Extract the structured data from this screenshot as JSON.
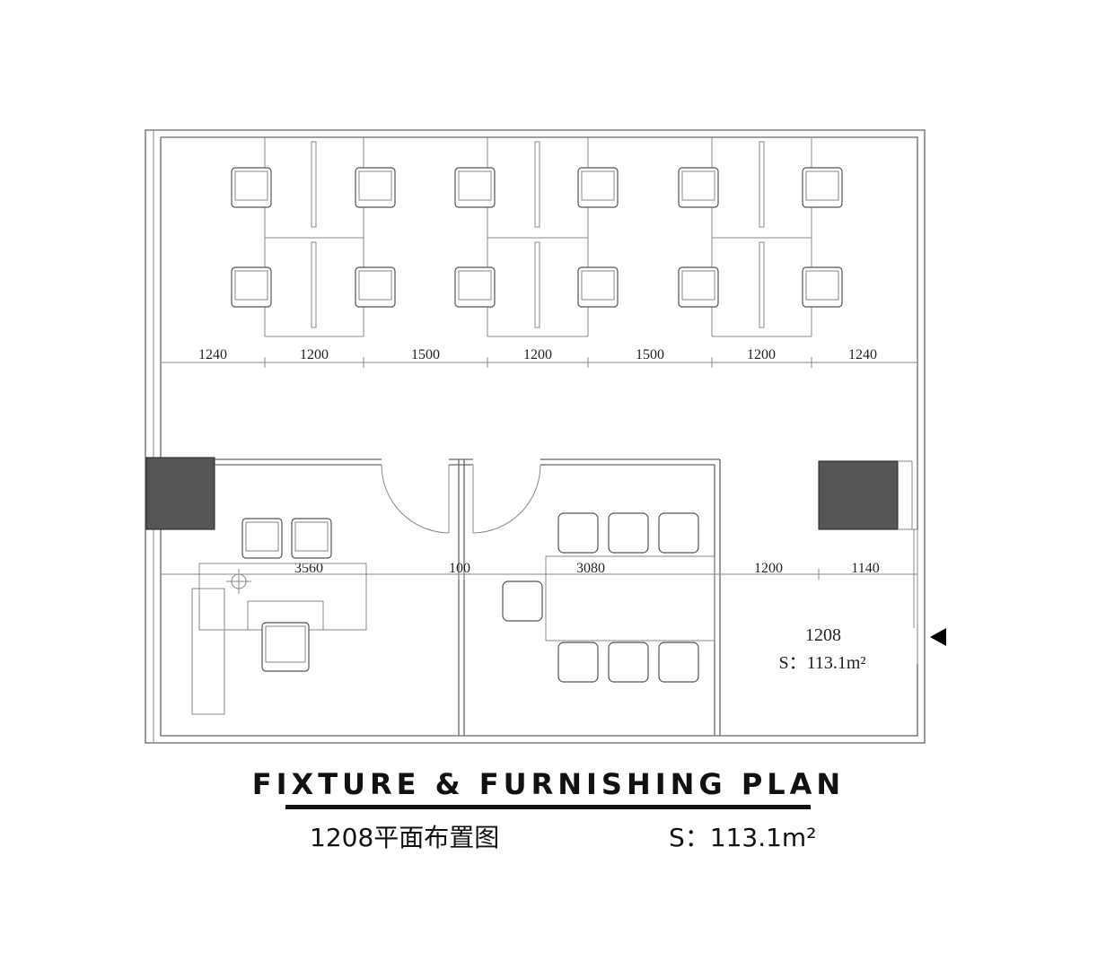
{
  "plan": {
    "title": "FIXTURE & FURNISHING PLAN",
    "subtitle_name": "1208平面布置图",
    "subtitle_area": "S：113.1m²",
    "room_number": "1208",
    "room_area": "S：113.1m²",
    "top_dimensions": [
      "1240",
      "1200",
      "1500",
      "1200",
      "1500",
      "1200",
      "1240"
    ],
    "middle_dimensions": [
      "3560",
      "100",
      "3080",
      "1200",
      "1140"
    ],
    "entrance_icon": "triangle-left-icon"
  }
}
